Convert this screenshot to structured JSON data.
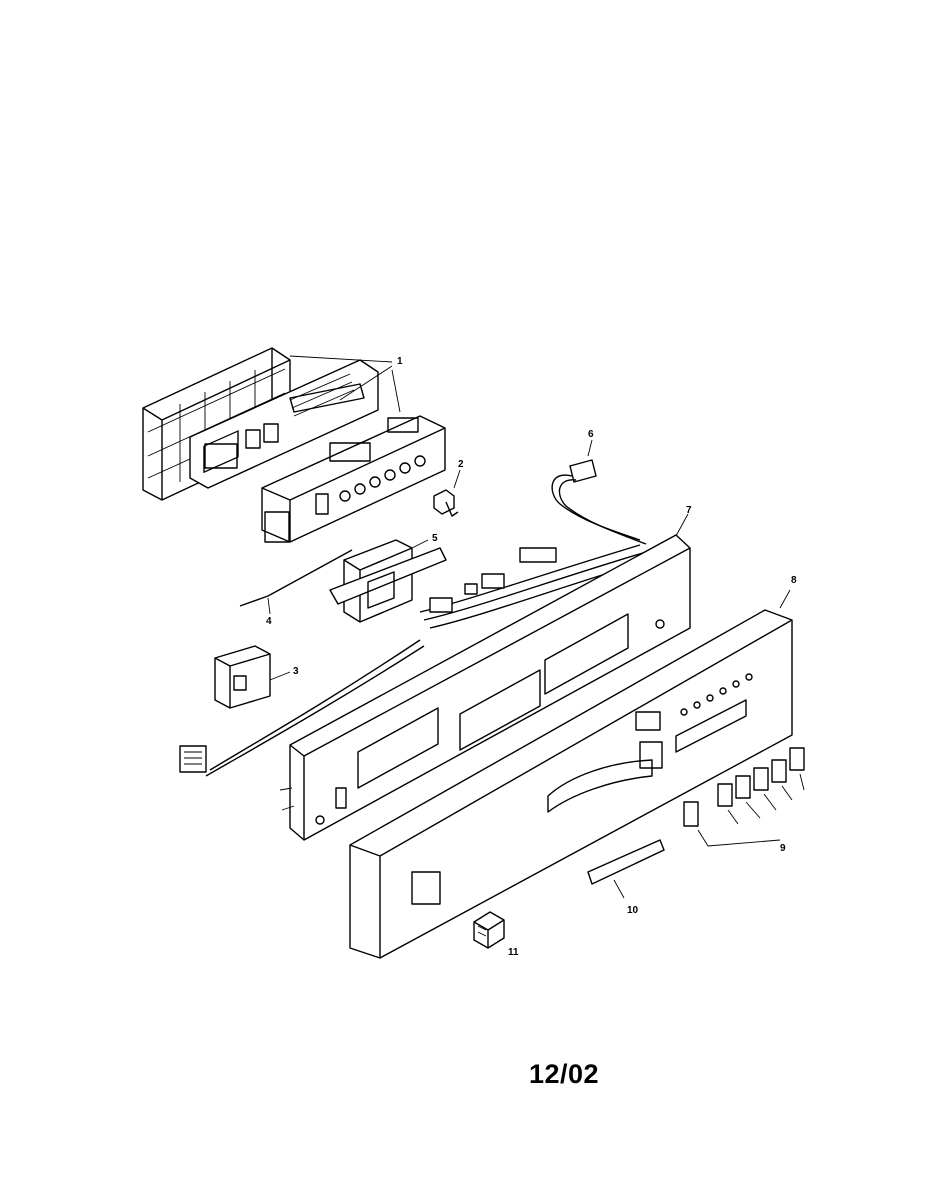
{
  "callouts": {
    "c1": "1",
    "c2": "2",
    "c3": "3",
    "c4": "4",
    "c5": "5",
    "c6": "6",
    "c7": "7",
    "c8": "8",
    "c9": "9",
    "c10": "10",
    "c11": "11"
  },
  "page_date": "12/02"
}
